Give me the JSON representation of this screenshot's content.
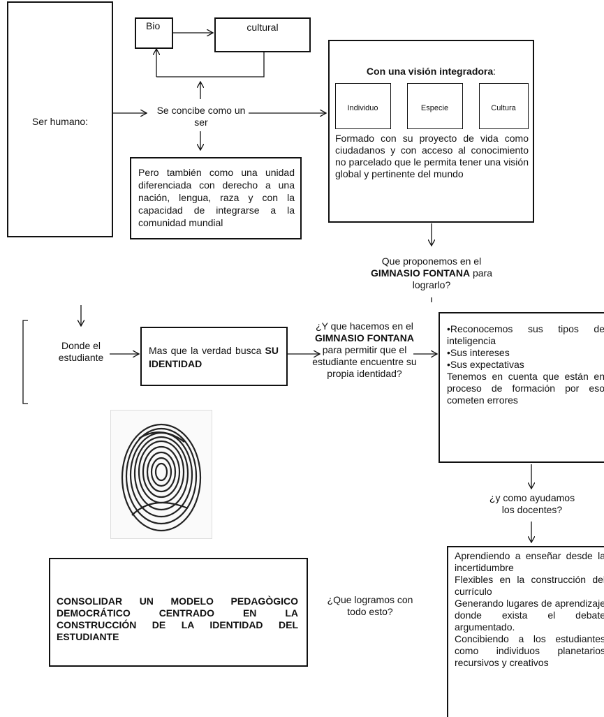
{
  "ser_humano": "Ser humano:",
  "bio": "Bio",
  "cultural": "cultural",
  "se_concibe": "Se concibe como un ser",
  "pero_tambien": "Pero también como una unidad diferenciada con derecho a una nación, lengua, raza y con la capacidad de integrarse a la comunidad mundial",
  "vision": {
    "title": "Con una visión integradora",
    "colon": ":",
    "items": [
      "Individuo",
      "Especie",
      "Cultura"
    ],
    "text": "Formado con su proyecto de vida como ciudadanos y con acceso al conocimiento no parcelado que le permita tener una visión global y pertinente del mundo"
  },
  "que_proponemos": {
    "pre": "Que proponemos en el",
    "bold": "GIMNASIO FONTANA",
    "post": "para lograrlo?"
  },
  "donde_estudiante": "Donde el estudiante",
  "identidad": {
    "pre": "Mas que la verdad busca",
    "bold": "SU IDENTIDAD"
  },
  "que_hacemos": {
    "pre": "¿Y que hacemos en el",
    "bold": "GIMNASIO FONTANA",
    "post": "para permitir que el estudiante encuentre su propia identidad?"
  },
  "reconocemos": {
    "bullets": [
      "•Reconocemos sus tipos de inteligencia",
      "•Sus intereses",
      "•Sus expectativas"
    ],
    "text": "Tenemos en cuenta que están en proceso de formación por eso cometen errores"
  },
  "como_ayudamos": "¿y como ayudamos los docentes?",
  "aprendiendo": [
    "Aprendiendo a enseñar desde la incertidumbre",
    "Flexibles en la construcción del currículo",
    "Generando lugares de aprendizaje donde exista el debate argumentado.",
    "Concibiendo a los estudiantes como individuos planetarios recursivos y creativos"
  ],
  "que_logramos": "¿Que logramos con todo esto?",
  "consolidar": "CONSOLIDAR UN MODELO PEDAGÒGICO DEMOCRÁTICO CENTRADO EN LA CONSTRUCCIÓN DE LA IDENTIDAD DEL ESTUDIANTE"
}
